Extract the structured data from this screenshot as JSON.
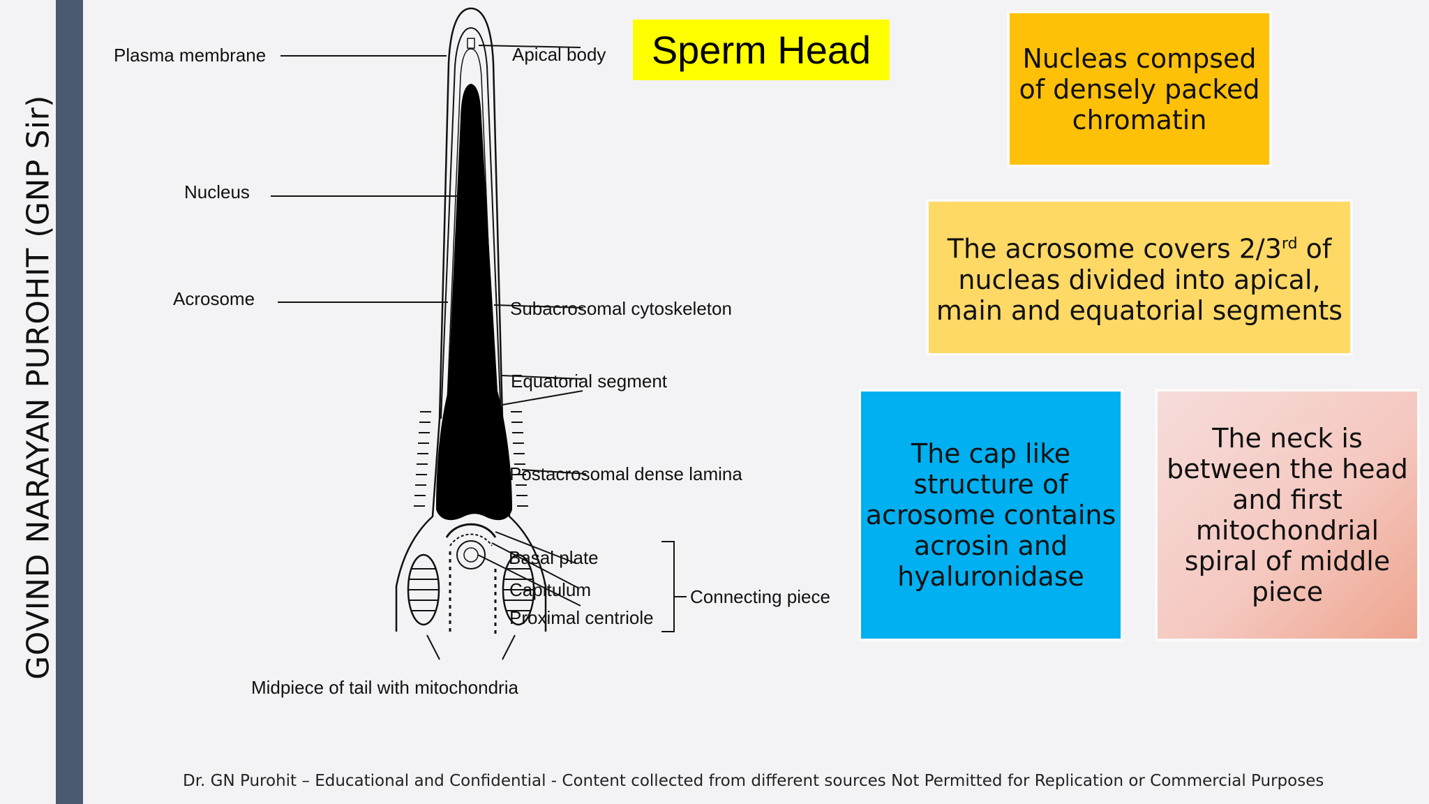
{
  "sidebar": {
    "author": "GOVIND NARAYAN PUROHIT (GNP Sir)"
  },
  "title": "Sperm Head",
  "diagram": {
    "labels": {
      "plasma_membrane": "Plasma membrane",
      "apical_body": "Apical body",
      "nucleus": "Nucleus",
      "acrosome": "Acrosome",
      "subacrosomal": "Subacrosomal cytoskeleton",
      "equatorial": "Equatorial segment",
      "postacrosomal": "Postacrosomal dense lamina",
      "basal_plate": "Basal plate",
      "capitulum": "Capitulum",
      "proximal_centriole": "Proximal centriole",
      "connecting_piece": "Connecting piece",
      "midpiece": "Midpiece of tail with mitochondria"
    }
  },
  "boxes": {
    "nucleus": "Nucleas compsed of densely packed chromatin",
    "acrosome_pre": "The acrosome covers 2/3",
    "acrosome_sup": "rd",
    "acrosome_post": " of nucleas divided into apical, main and equatorial segments",
    "cap": "The cap like structure of acrosome contains acrosin and hyaluronidase",
    "neck": "The neck is between the head and first mitochondrial spiral of middle piece"
  },
  "colors": {
    "sidebar": "#4a5a70",
    "title_bg": "#ffff00",
    "box_nucleus": "#ffc107",
    "box_acrosome": "#ffd966",
    "box_cap": "#00b0f0",
    "box_neck": "#f5c9c1"
  },
  "footer": "Dr. GN Purohit – Educational and Confidential - Content  collected from different sources Not Permitted for Replication or Commercial Purposes"
}
